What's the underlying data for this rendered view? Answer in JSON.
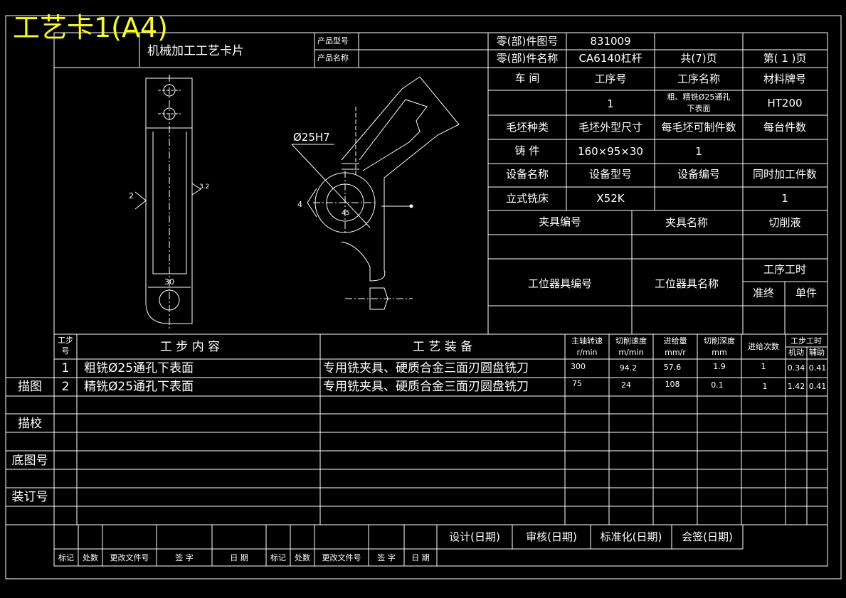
{
  "card_title": "工艺卡1(A4)",
  "header": {
    "doc_name": "机械加工工艺卡片",
    "product_model_label": "产品型号",
    "product_name_label": "产品名称",
    "part_drawing_label": "零(部)件图号",
    "part_drawing_value": "831009",
    "part_name_label": "零(部)件名称",
    "part_name_value": "CA6140杠杆",
    "total_pages": "共(7)页",
    "page_no": "第( 1 )页"
  },
  "info": {
    "workshop_label": "车  间",
    "op_no_label": "工序号",
    "op_name_label": "工序名称",
    "material_label": "材料牌号",
    "op_no_value": "1",
    "op_name_value_1": "粗、精铣Ø25通孔",
    "op_name_value_2": "下表面",
    "material_value": "HT200",
    "blank_type_label": "毛坯种类",
    "blank_size_label": "毛坯外型尺寸",
    "per_blank_label": "每毛坯可制件数",
    "per_machine_label": "每台件数",
    "blank_type_value": "铸  件",
    "blank_size_value": "160×95×30",
    "per_blank_value": "1",
    "equip_name_label": "设备名称",
    "equip_model_label": "设备型号",
    "equip_no_label": "设备编号",
    "simul_label": "同时加工件数",
    "equip_name_value": "立式铣床",
    "equip_model_value": "X52K",
    "simul_value": "1",
    "fixture_no_label": "夹具编号",
    "fixture_name_label": "夹具名称",
    "coolant_label": "切削液",
    "station_tool_no_label": "工位器具编号",
    "station_tool_name_label": "工位器具名称",
    "op_time_label": "工序工时",
    "setup_label": "准终",
    "unit_label": "单件"
  },
  "drawing": {
    "dia_label": "Ø25H7",
    "dim_30": "30",
    "mark_2": "2",
    "mark_4": "4",
    "rough": "3.2",
    "angle": "45"
  },
  "steps": {
    "col_step_1": "工步",
    "col_step_2": "号",
    "col_content": "工  步  内  容",
    "col_equip": "工  艺  装  备",
    "col_speed_1": "主轴转速",
    "col_speed_2": "r/min",
    "col_cut_1": "切削速度",
    "col_cut_2": "m/min",
    "col_feed_1": "进给量",
    "col_feed_2": "mm/r",
    "col_depth_1": "切削深度",
    "col_depth_2": "mm",
    "col_times": "进给次数",
    "col_time_1": "工步工时",
    "col_machine": "机动",
    "col_aux": "辅助",
    "rows": [
      {
        "no": "1",
        "content": "粗铣Ø25通孔下表面",
        "equip": "专用铣夹具、硬质合金三面刃圆盘铣刀",
        "speed": "300",
        "cut": "94.2",
        "feed": "57.6",
        "depth": "1.9",
        "times": "1",
        "machine": "0.34",
        "aux": "0.41"
      },
      {
        "no": "2",
        "content": "精铣Ø25通孔下表面",
        "equip": "专用铣夹具、硬质合金三面刃圆盘铣刀",
        "speed": "75",
        "cut": "24",
        "feed": "108",
        "depth": "0.1",
        "times": "1",
        "machine": "1.42",
        "aux": "0.41"
      }
    ]
  },
  "side": {
    "trace": "描图",
    "trace_check": "描校",
    "base_no": "底图号",
    "binding_no": "装订号"
  },
  "footer": {
    "design": "设计(日期)",
    "review": "审核(日期)",
    "standard": "标准化(日期)",
    "countersign": "会签(日期)",
    "mark": "标记",
    "count": "处数",
    "change_doc": "更改文件号",
    "sign": "签  字",
    "date": "日  期"
  }
}
